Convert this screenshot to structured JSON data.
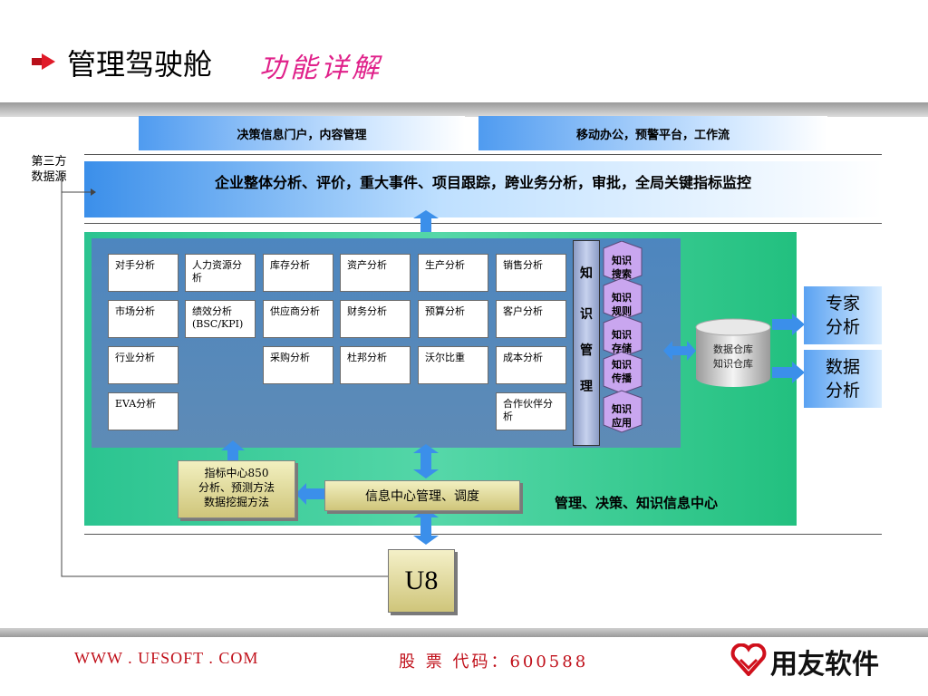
{
  "title": {
    "main": "管理驾驶舱",
    "sub": "功能详解"
  },
  "header": {
    "portal": "决策信息门户，内容管理",
    "mobile": "移动办公，预警平台，工作流"
  },
  "third_party": {
    "line1": "第三方",
    "line2": "数据源"
  },
  "enterprise": "企业整体分析、评价，重大事件、项目跟踪，跨业务分析，审批，全局关键指标监控",
  "analysis": {
    "row1": [
      "对手分析",
      "人力资源分析",
      "库存分析",
      "资产分析",
      "生产分析",
      "销售分析"
    ],
    "row2": [
      "市场分析",
      "绩效分析(BSC/KPI)",
      "供应商分析",
      "财务分析",
      "预算分析",
      "客户分析"
    ],
    "row3": [
      "行业分析",
      "采购分析",
      "杜邦分析",
      "沃尔比重",
      "成本分析"
    ],
    "row4": [
      "EVA分析",
      "合作伙伴分析"
    ]
  },
  "knowledge": {
    "vertical": [
      "知",
      "识",
      "管",
      "理"
    ],
    "tags": [
      [
        "知识",
        "搜索"
      ],
      [
        "知识",
        "规则"
      ],
      [
        "知识",
        "存储"
      ],
      [
        "知识",
        "传播"
      ],
      [
        "知识",
        "应用"
      ]
    ]
  },
  "warehouse": {
    "line1": "数据仓库",
    "line2": "知识仓库"
  },
  "outputs": {
    "expert": [
      "专家",
      "分析"
    ],
    "data": [
      "数据",
      "分析"
    ]
  },
  "indicator": {
    "line1": "指标中心850",
    "line2": "分析、预测方法",
    "line3": "数据挖掘方法"
  },
  "info_center": "信息中心管理、调度",
  "green_label": "管理、决策、知识信息中心",
  "u8": "U8",
  "footer": {
    "website": "WWW . UFSOFT . COM",
    "stock": "股 票 代码：600588",
    "logo": "用友软件"
  },
  "colors": {
    "title_sub": "#e0218a",
    "footer": "#c0101a",
    "green": "#2bc490",
    "tag": "#c9a6ef",
    "arrow": "#3b8fea"
  }
}
